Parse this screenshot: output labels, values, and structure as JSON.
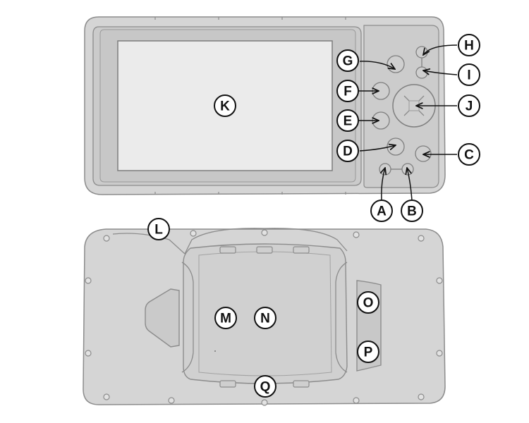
{
  "colors": {
    "body": "#d5d5d5",
    "bezel": "#c9c9c9",
    "panel": "#c6c6c6",
    "screen": "#ebebeb",
    "outline": "#8c8c8c",
    "callout_fill": "#ffffff",
    "callout_stroke": "#111111"
  },
  "front_view": {
    "buttons": [
      {
        "label": "A",
        "name": "button-a"
      },
      {
        "label": "B",
        "name": "button-b"
      },
      {
        "label": "C",
        "name": "button-c"
      },
      {
        "label": "D",
        "name": "button-d"
      },
      {
        "label": "E",
        "name": "button-e"
      },
      {
        "label": "F",
        "name": "button-f"
      },
      {
        "label": "G",
        "name": "button-g"
      },
      {
        "label": "H",
        "name": "button-h"
      },
      {
        "label": "I",
        "name": "button-i"
      },
      {
        "label": "J",
        "name": "rocker-pad"
      }
    ],
    "screen": {
      "label": "K"
    }
  },
  "back_view": {
    "callouts": [
      {
        "label": "L",
        "name": "callout-l"
      },
      {
        "label": "M",
        "name": "callout-m"
      },
      {
        "label": "N",
        "name": "callout-n"
      },
      {
        "label": "O",
        "name": "callout-o"
      },
      {
        "label": "P",
        "name": "callout-p"
      },
      {
        "label": "Q",
        "name": "callout-q"
      }
    ]
  }
}
